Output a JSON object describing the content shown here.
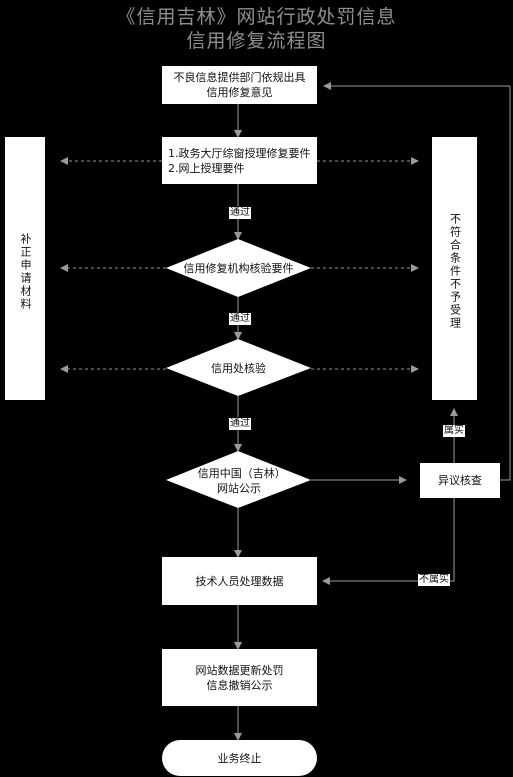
{
  "title": {
    "line1": "《信用吉林》网站行政处罚信息",
    "line2": "信用修复流程图"
  },
  "nodes": {
    "step1": "不良信息提供部门依规出具信用修复意见",
    "step2_line1": "1.政务大厅综窗授理修复要件",
    "step2_line2": "2.网上授理要件",
    "check1": "信用修复机构核验要件",
    "check2": "信用处核验",
    "check3": "信用中国（吉林）网站公示",
    "step3": "技术人员处理数据",
    "step4": "网站数据更新处罚信息撤销公示",
    "end": "业务终止",
    "left_panel": "补正申请材料",
    "right_panel": "不符合条件不予受理",
    "objection": "异议核查"
  },
  "labels": {
    "pass1": "通过",
    "pass2": "通过",
    "pass3": "通过",
    "true": "属实",
    "false": "不属实"
  },
  "colors": {
    "background": "#000000",
    "box": "#ffffff",
    "line": "#9a9a9a",
    "title": "#8f8f8f"
  }
}
